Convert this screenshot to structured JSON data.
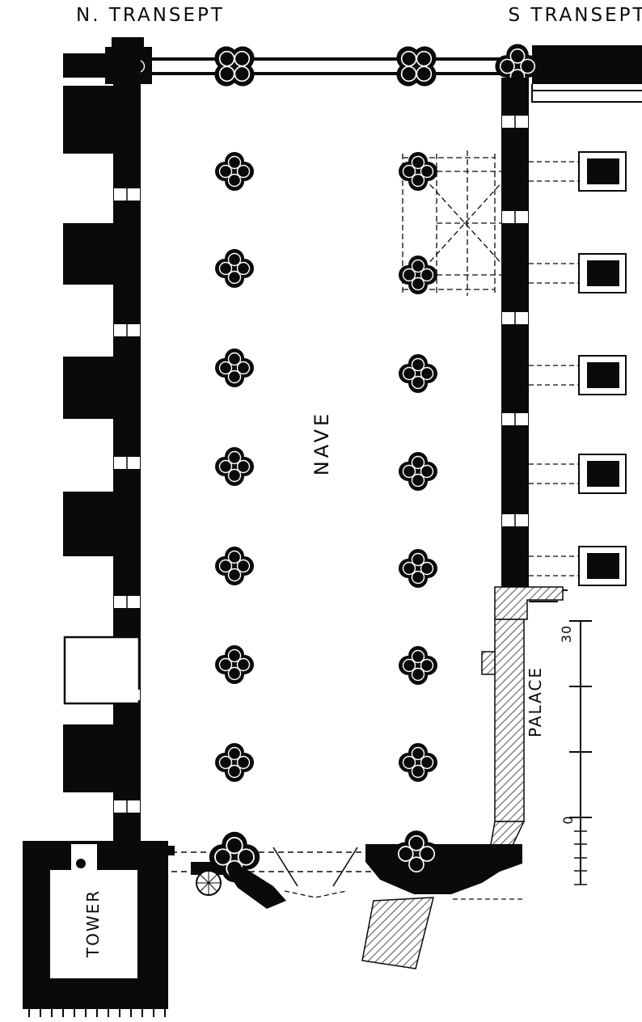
{
  "drawing": {
    "type": "architectural-floor-plan",
    "labels": {
      "n_transept": "N. TRANSEPT",
      "s_transept": "S TRANSEPT",
      "nave": "NAVE",
      "palace": "PALACE",
      "tower": "TOWER"
    },
    "scale_bar": {
      "top_value": "30",
      "zero_value": "0"
    },
    "colors": {
      "ink": "#0a0a0a",
      "paper": "#ffffff"
    },
    "symbols": {
      "clustered_pier": "quatrefoil-black",
      "detached_buttress_pier": "outlined-square-black-core",
      "masonry_wall": "solid-black",
      "later_masonry": "diagonal-hatch",
      "vault_ribs": "dashed-lines"
    }
  }
}
